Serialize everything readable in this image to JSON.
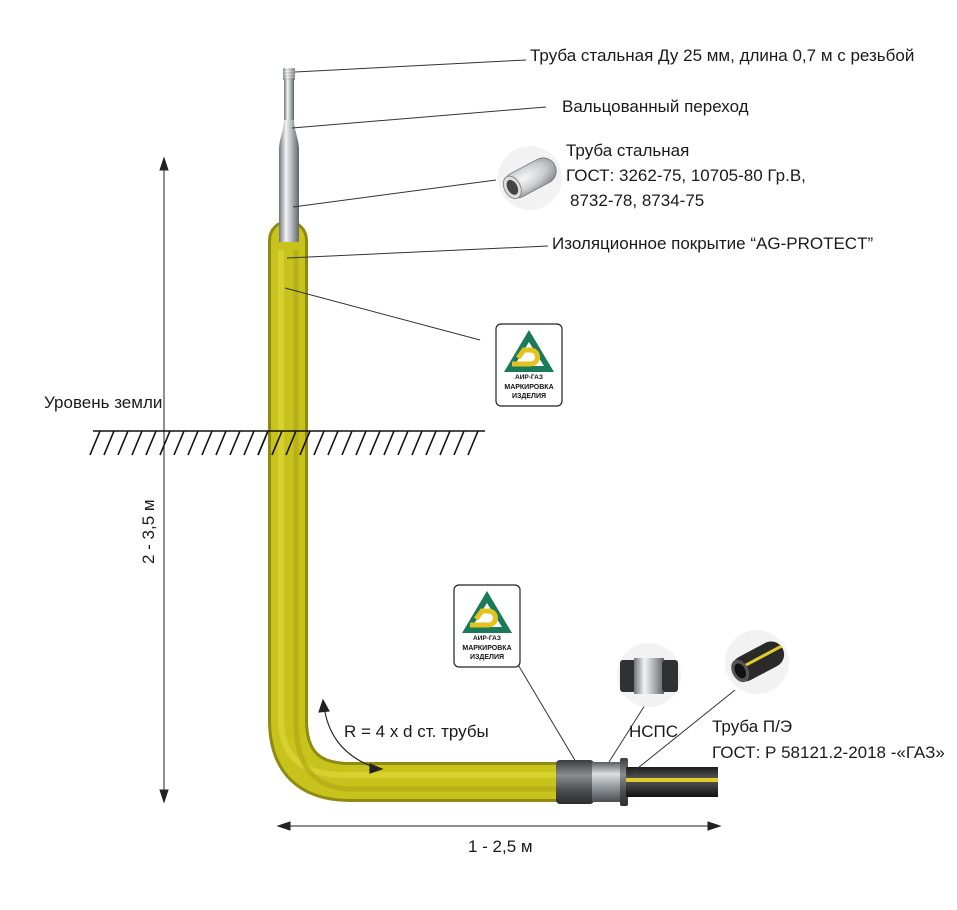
{
  "labels": {
    "steel_pipe_du": "Труба стальная Ду 25 мм, длина 0,7 м с резьбой",
    "rolled_transition": "Вальцованный переход",
    "steel_pipe_title": "Труба стальная",
    "steel_pipe_gost_1": "ГОСТ: 3262-75, 10705-80 Гр.В,",
    "steel_pipe_gost_2": "8732-78, 8734-75",
    "insulation": "Изоляционное покрытие “AG-PROTECT”",
    "ground_level": "Уровень земли",
    "depth": "2 - 3,5 м",
    "radius": "R = 4 x d ст. трубы",
    "nsps": "НСПС",
    "pe_pipe_title": "Труба П/Э",
    "pe_pipe_gost": "ГОСТ: Р 58121.2-2018 -«ГАЗ»",
    "length": "1 - 2,5 м"
  },
  "logo": {
    "brand": "АИР-ГАЗ",
    "caption_1": "МАРКИРОВКА",
    "caption_2": "ИЗДЕЛИЯ"
  },
  "colors": {
    "coating": "#c8c21c",
    "steel": "#b8bcbf",
    "pe_pipe": "#2a2a2a",
    "pe_stripe": "#e0cc2a",
    "logo_green": "#1a7a5a",
    "logo_yellow": "#e6c21e"
  }
}
